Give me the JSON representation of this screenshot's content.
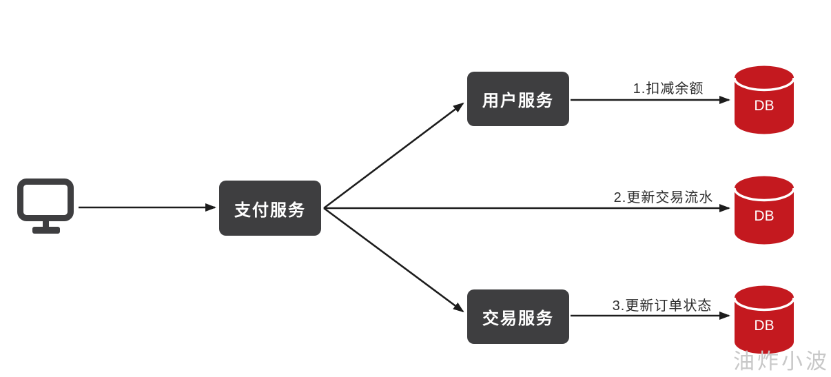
{
  "diagram": {
    "nodes": {
      "payment": {
        "label": "支付服务"
      },
      "user": {
        "label": "用户服务"
      },
      "trade": {
        "label": "交易服务"
      }
    },
    "databases": [
      {
        "label": "DB"
      },
      {
        "label": "DB"
      },
      {
        "label": "DB"
      }
    ],
    "edges": {
      "user_to_db": {
        "label": "1.扣减余额"
      },
      "payment_to_db": {
        "label": "2.更新交易流水"
      },
      "trade_to_db": {
        "label": "3.更新订单状态"
      }
    },
    "icons": {
      "client": "monitor-icon",
      "database": "database-cylinder-icon"
    },
    "watermark": "油炸小波",
    "colors": {
      "node_background": "#3e3e40",
      "node_text": "#ffffff",
      "database_red": "#c4191f",
      "arrow": "#1c1c1c",
      "edge_label_text": "#2e2e2e",
      "watermark_text": "#c8c8c8",
      "background": "#ffffff"
    }
  }
}
